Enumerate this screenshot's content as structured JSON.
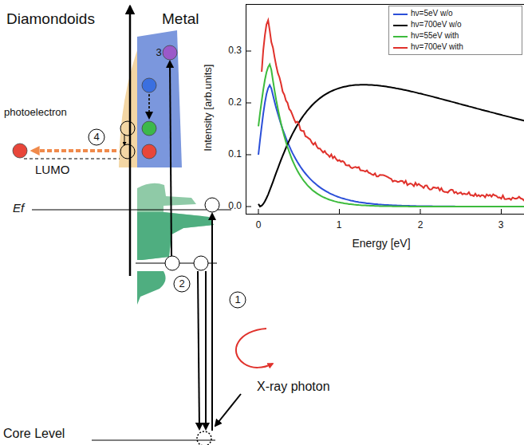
{
  "diagram": {
    "labels": [
      "Diamondoids",
      "Metal",
      "photoelectron",
      "4",
      "3",
      "LUMO",
      "Ef",
      "2",
      "1",
      "X-ray photon",
      "Core Level",
      "Intensity [arb.units]",
      "Energy [eV]",
      "0.3",
      "0.2",
      "0.1",
      "0.0",
      "0",
      "1",
      "2",
      "3"
    ],
    "legend": [
      {
        "text": "hν=5eV w/o"
      },
      {
        "text": "hν=700eV w/o"
      },
      {
        "text": "hν=55eV with"
      },
      {
        "text": "hν=700eV with"
      }
    ]
  }
}
